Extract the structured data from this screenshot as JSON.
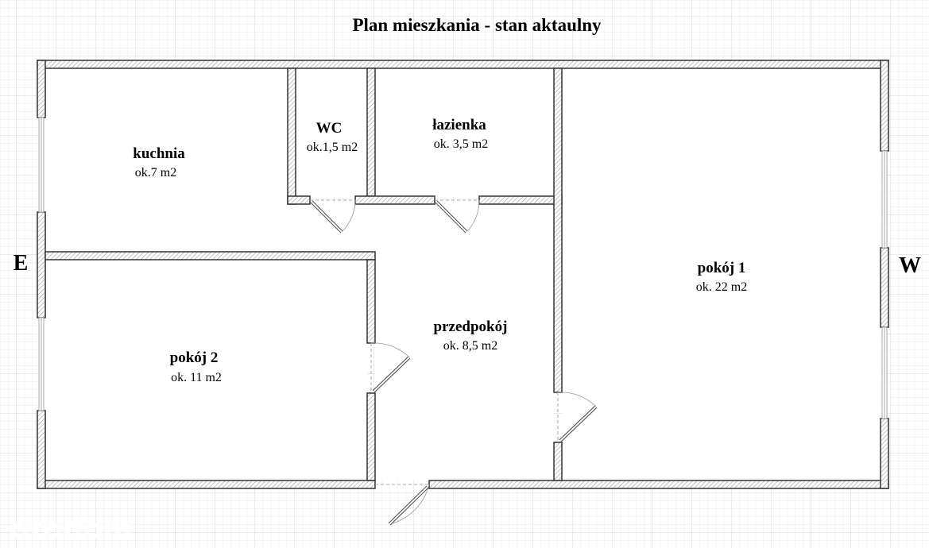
{
  "title": "Plan mieszkania - stan aktaulny",
  "directions": {
    "east": "E",
    "west": "W"
  },
  "rooms": [
    {
      "name": "kuchnia",
      "area": "ok.7 m2"
    },
    {
      "name": "WC",
      "area": "ok.1,5 m2"
    },
    {
      "name": "łazienka",
      "area": "ok. 3,5 m2"
    },
    {
      "name": "pokój 1",
      "area": "ok. 22 m2"
    },
    {
      "name": "pokój 2",
      "area": "ok. 11 m2"
    },
    {
      "name": "przedpokój",
      "area": "ok. 8,5 m2"
    }
  ],
  "watermark": "otodom",
  "colors": {
    "wall_stroke": "#333333",
    "grid": "#e6e6e6",
    "grid_major": "#d4d4d4"
  }
}
